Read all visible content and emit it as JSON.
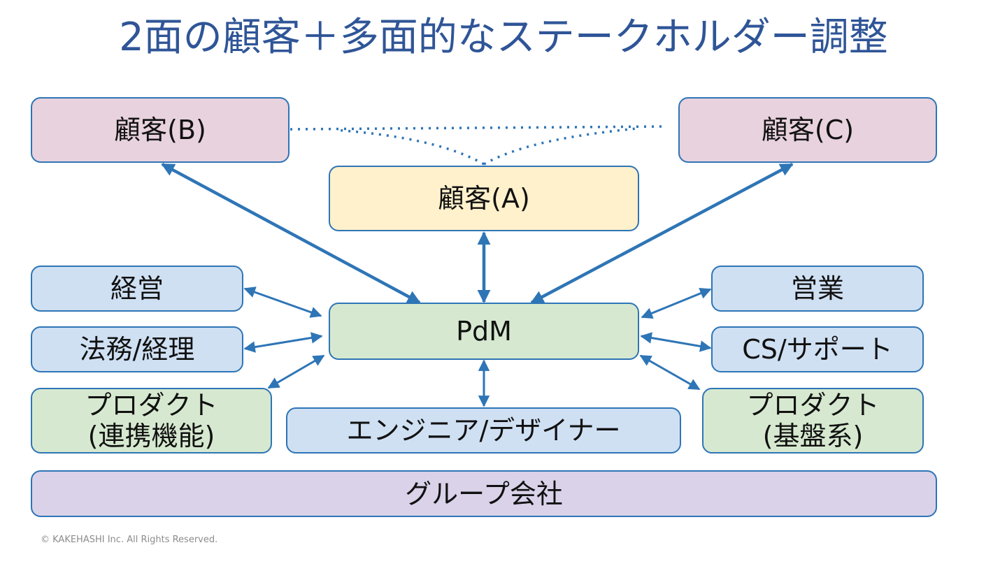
{
  "title": "2面の顧客＋多面的なステークホルダー調整",
  "colors": {
    "title": "#2f5597",
    "connector": "#2e75b6",
    "customer_b_c_fill": "#e8d2de",
    "customer_a_fill": "#fff1cc",
    "pdm_fill": "#d6e9d0",
    "internal_fill": "#cfe0f3",
    "group_fill": "#d9d2e9"
  },
  "nodes": {
    "customer_b": "顧客(B)",
    "customer_c": "顧客(C)",
    "customer_a": "顧客(A)",
    "pdm": "PdM",
    "management": "経営",
    "legal_accounting": "法務/経理",
    "product_integration": {
      "line1": "プロダクト",
      "line2": "(連携機能)"
    },
    "engineer_designer": "エンジニア/デザイナー",
    "sales": "営業",
    "cs_support": "CS/サポート",
    "product_platform": {
      "line1": "プロダクト",
      "line2": "(基盤系)"
    },
    "group_company": "グループ会社"
  },
  "edges": [
    {
      "from": "pdm",
      "to": "customer_b",
      "style": "solid",
      "direction": "both"
    },
    {
      "from": "pdm",
      "to": "customer_a",
      "style": "solid",
      "direction": "both"
    },
    {
      "from": "pdm",
      "to": "customer_c",
      "style": "solid",
      "direction": "both"
    },
    {
      "from": "pdm",
      "to": "management",
      "style": "solid",
      "direction": "both"
    },
    {
      "from": "pdm",
      "to": "legal_accounting",
      "style": "solid",
      "direction": "both"
    },
    {
      "from": "pdm",
      "to": "product_integration",
      "style": "solid",
      "direction": "both"
    },
    {
      "from": "pdm",
      "to": "engineer_designer",
      "style": "solid",
      "direction": "both"
    },
    {
      "from": "pdm",
      "to": "sales",
      "style": "solid",
      "direction": "both"
    },
    {
      "from": "pdm",
      "to": "cs_support",
      "style": "solid",
      "direction": "both"
    },
    {
      "from": "pdm",
      "to": "product_platform",
      "style": "solid",
      "direction": "both"
    },
    {
      "from": "customer_b",
      "to": "customer_c",
      "style": "dotted",
      "direction": "none"
    },
    {
      "from": "customer_a",
      "to": "customer_b",
      "style": "dotted",
      "direction": "none"
    },
    {
      "from": "customer_a",
      "to": "customer_c",
      "style": "dotted",
      "direction": "none"
    }
  ],
  "footer": {
    "copyright": "© KAKEHASHI Inc. All Rights Reserved."
  }
}
